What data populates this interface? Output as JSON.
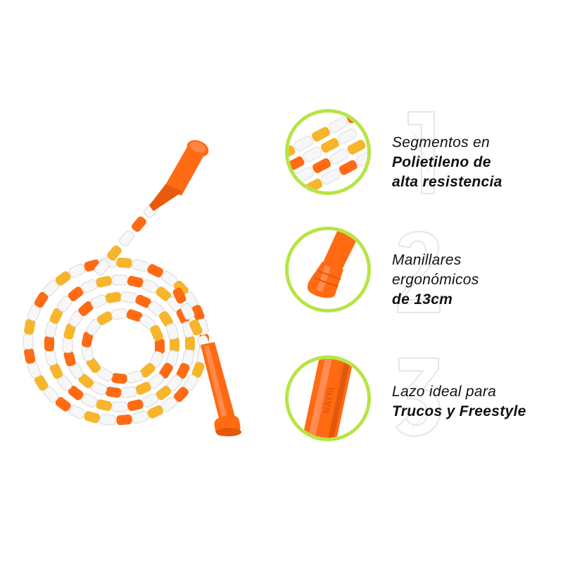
{
  "brand_mark": "NAYfit",
  "colors": {
    "accent_ring": "#b6e545",
    "rope_orange": "#ff6a13",
    "rope_yellow": "#f7b52c",
    "rope_white": "#f7f7f7"
  },
  "features": [
    {
      "number": "1",
      "icon": "bead-segments-closeup",
      "lines": [
        {
          "text": "Segmentos en",
          "bold": false
        },
        {
          "text": "Polietileno de",
          "bold": true
        },
        {
          "text": "alta resistencia",
          "bold": true
        }
      ]
    },
    {
      "number": "2",
      "icon": "handle-tip-closeup",
      "lines": [
        {
          "text": "Manillares",
          "bold": false
        },
        {
          "text": "ergonómicos",
          "bold": false
        },
        {
          "text": "de 13cm",
          "bold": true
        }
      ]
    },
    {
      "number": "3",
      "icon": "handle-logo-closeup",
      "lines": [
        {
          "text": "Lazo ideal para",
          "bold": false
        },
        {
          "text": "Trucos y Freestyle",
          "bold": true
        }
      ]
    }
  ]
}
